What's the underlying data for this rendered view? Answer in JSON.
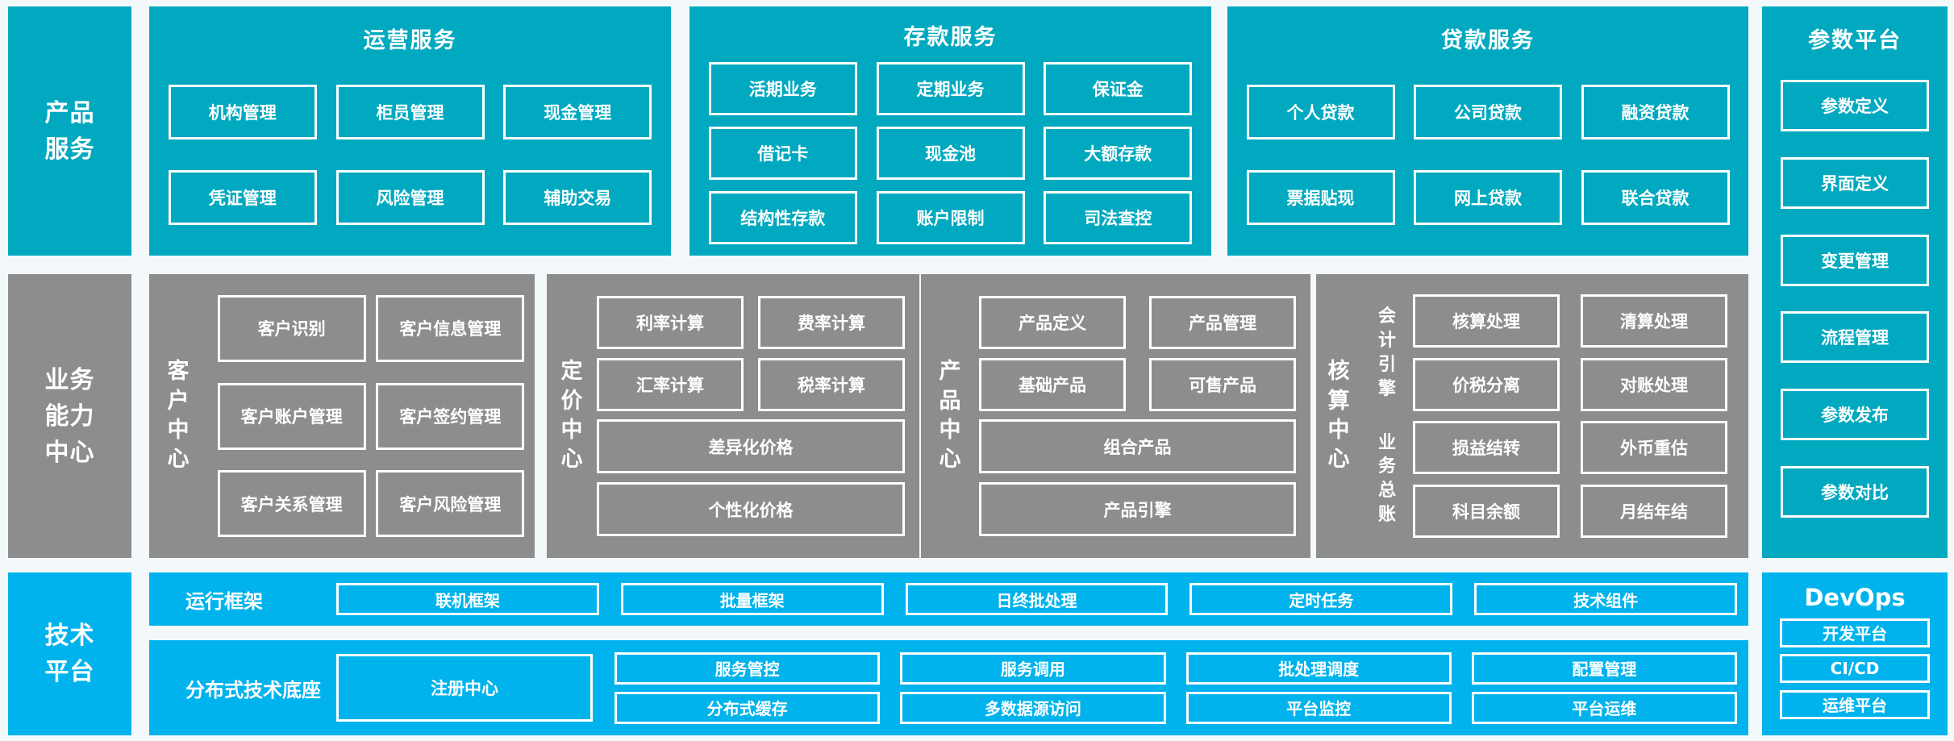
{
  "colors": {
    "teal": "#00a9bf",
    "blue": "#00b3ec",
    "gray": "#8d8d8d",
    "background": "#f3f9fb",
    "text": "#ffffff"
  },
  "sidebar": {
    "product_services": "产品\n服务",
    "business_capability": "业务\n能力\n中心",
    "tech_platform": "技术\n平台"
  },
  "top_row": {
    "operations": {
      "title": "运营服务",
      "items": [
        "机构管理",
        "柜员管理",
        "现金管理",
        "凭证管理",
        "风险管理",
        "辅助交易"
      ]
    },
    "deposit": {
      "title": "存款服务",
      "items": [
        "活期业务",
        "定期业务",
        "保证金",
        "借记卡",
        "现金池",
        "大额存款",
        "结构性存款",
        "账户限制",
        "司法查控"
      ]
    },
    "loan": {
      "title": "贷款服务",
      "items": [
        "个人贷款",
        "公司贷款",
        "融资贷款",
        "票据贴现",
        "网上贷款",
        "联合贷款"
      ]
    }
  },
  "param_platform": {
    "title": "参数平台",
    "items": [
      "参数定义",
      "界面定义",
      "变更管理",
      "流程管理",
      "参数发布",
      "参数对比"
    ]
  },
  "middle_row": {
    "customer_center": {
      "label": "客\n户\n中\n心",
      "items": [
        "客户识别",
        "客户信息管理",
        "客户账户管理",
        "客户签约管理",
        "客户关系管理",
        "客户风险管理"
      ]
    },
    "pricing_center": {
      "label": "定\n价\n中\n心",
      "items": [
        "利率计算",
        "费率计算",
        "汇率计算",
        "税率计算"
      ],
      "wide_items": [
        "差异化价格",
        "个性化价格"
      ]
    },
    "product_center": {
      "label": "产\n品\n中\n心",
      "items": [
        "产品定义",
        "产品管理",
        "基础产品",
        "可售产品"
      ],
      "wide_items": [
        "组合产品",
        "产品引擎"
      ]
    },
    "accounting_center": {
      "label": "核\n算\n中\n心",
      "groups": [
        {
          "label": "会\n计\n引\n擎",
          "items": [
            "核算处理",
            "清算处理",
            "价税分离",
            "对账处理"
          ]
        },
        {
          "label": "业\n务\n总\n账",
          "items": [
            "损益结转",
            "外币重估",
            "科目余额",
            "月结年结"
          ]
        }
      ]
    }
  },
  "bottom": {
    "runtime": {
      "label": "运行框架",
      "items": [
        "联机框架",
        "批量框架",
        "日终批处理",
        "定时任务",
        "技术组件"
      ]
    },
    "distributed": {
      "label": "分布式技术底座",
      "registry": "注册中心",
      "row1": [
        "服务管控",
        "服务调用",
        "批处理调度",
        "配置管理"
      ],
      "row2": [
        "分布式缓存",
        "多数据源访问",
        "平台监控",
        "平台运维"
      ]
    },
    "devops": {
      "title": "DevOps",
      "items": [
        "开发平台",
        "CI/CD",
        "运维平台"
      ]
    }
  }
}
